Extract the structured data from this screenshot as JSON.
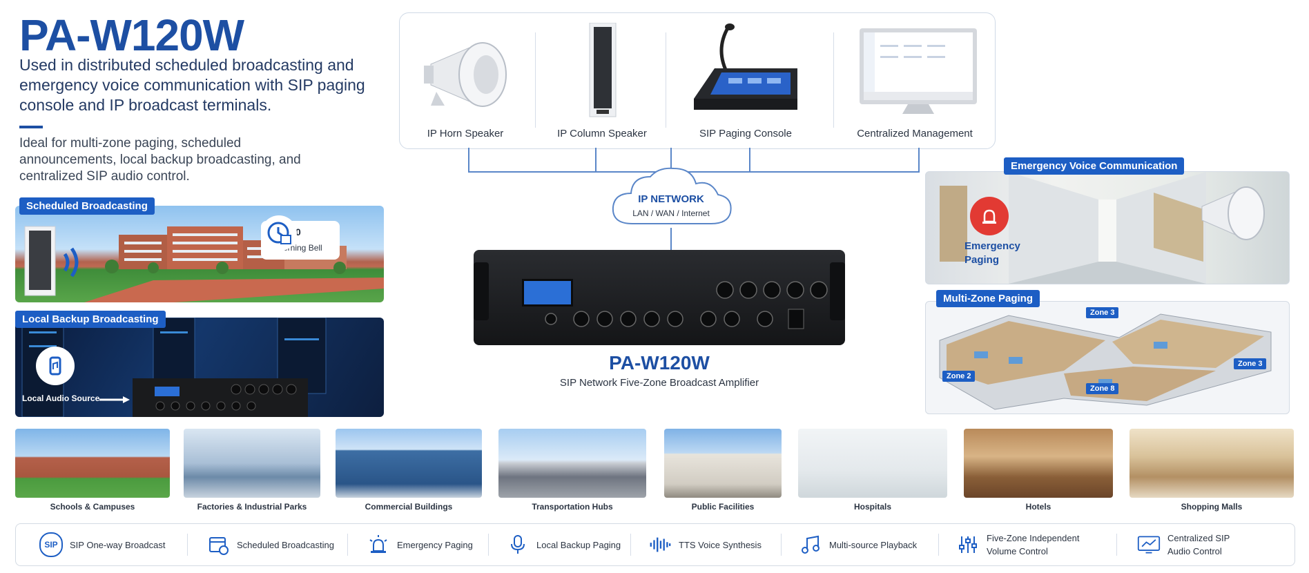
{
  "header": {
    "title": "PA-W120W",
    "lead": "Used in distributed scheduled broadcasting and emergency voice communication with SIP paging console and IP broadcast terminals.",
    "ideal": "Ideal for multi-zone paging, scheduled announcements, local backup broadcasting, and centralized SIP audio control."
  },
  "scheduled": {
    "label": "Scheduled Broadcasting",
    "time": "08:30",
    "event": "Morning Bell"
  },
  "local_backup": {
    "label": "Local Backup Broadcasting",
    "source": "Local Audio Source"
  },
  "devices": [
    {
      "label": "IP Horn Speaker"
    },
    {
      "label": "IP Column Speaker"
    },
    {
      "label": "SIP Paging Console"
    },
    {
      "label": "Centralized Management"
    }
  ],
  "network": {
    "title": "IP NETWORK",
    "sub": "LAN / WAN / Internet"
  },
  "amplifier": {
    "name": "PA-W120W",
    "sub": "SIP Network Five-Zone Broadcast Amplifier"
  },
  "emergency": {
    "label": "Emergency Voice Communication",
    "overlay_line1": "Emergency",
    "overlay_line2": "Paging"
  },
  "multizone": {
    "label": "Multi-Zone Paging",
    "zones": [
      "Zone 3",
      "Zone 2",
      "Zone 8",
      "Zone 3"
    ]
  },
  "applications": [
    {
      "label": "Schools & Campuses"
    },
    {
      "label": "Factories & Industrial Parks"
    },
    {
      "label": "Commercial Buildings"
    },
    {
      "label": "Transportation Hubs"
    },
    {
      "label": "Public Facilities"
    },
    {
      "label": "Hospitals"
    },
    {
      "label": "Hotels"
    },
    {
      "label": "Shopping Malls"
    }
  ],
  "features": [
    {
      "icon": "sip-badge-icon",
      "badge": "SIP",
      "label": "SIP One-way Broadcast"
    },
    {
      "icon": "calendar-clock-icon",
      "label": "Scheduled Broadcasting"
    },
    {
      "icon": "alarm-light-icon",
      "label": "Emergency Paging"
    },
    {
      "icon": "microphone-icon",
      "label": "Local Backup Paging"
    },
    {
      "icon": "waveform-icon",
      "label": "TTS Voice Synthesis"
    },
    {
      "icon": "music-note-icon",
      "label": "Multi-source Playback"
    },
    {
      "icon": "sliders-icon",
      "label_line1": "Five-Zone Independent",
      "label_line2": "Volume Control"
    },
    {
      "icon": "monitor-chart-icon",
      "label_line1": "Centralized SIP",
      "label_line2": "Audio Control"
    }
  ],
  "colors": {
    "brand": "#1d4fa3",
    "accent": "#1d5ec4"
  }
}
